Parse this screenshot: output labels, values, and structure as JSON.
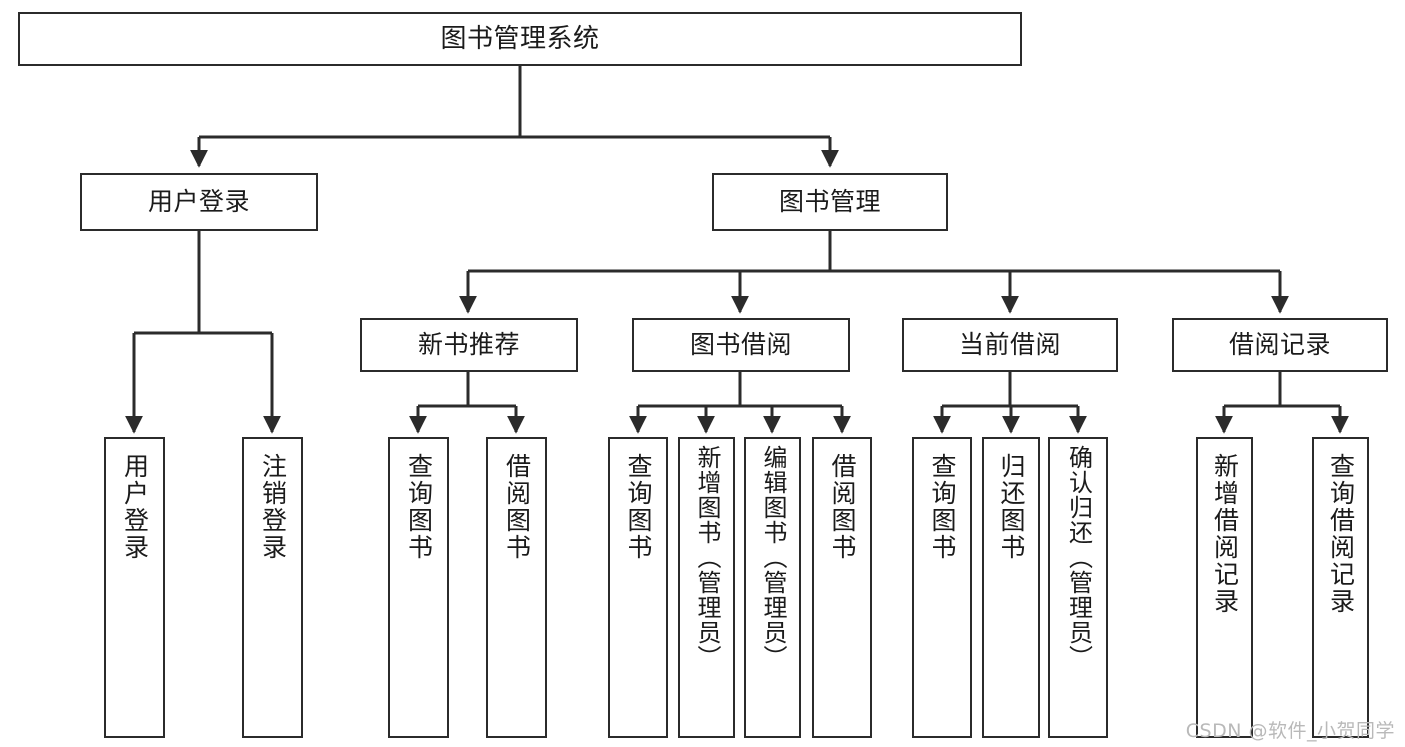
{
  "diagram": {
    "title": "图书管理系统",
    "type": "hierarchy-tree",
    "watermark": "CSDN @软件_小贺同学",
    "colors": {
      "box_border": "#2b2b2b",
      "box_fill": "#ffffff",
      "edge": "#2b2b2b",
      "text": "#1b1b1b",
      "watermark": "#b9b9b9"
    },
    "nodes": {
      "root": {
        "label": "图书管理系统"
      },
      "level2": [
        {
          "label": "用户登录"
        },
        {
          "label": "图书管理"
        }
      ],
      "level3": [
        {
          "label": "新书推荐"
        },
        {
          "label": "图书借阅"
        },
        {
          "label": "当前借阅"
        },
        {
          "label": "借阅记录"
        }
      ],
      "leaves_user_login": [
        {
          "label": "用户登录"
        },
        {
          "label": "注销登录"
        }
      ],
      "leaves_new_book": [
        {
          "label": "查询图书"
        },
        {
          "label": "借阅图书"
        }
      ],
      "leaves_borrow": [
        {
          "label": "查询图书"
        },
        {
          "label": "新增图书（管理员）"
        },
        {
          "label": "编辑图书（管理员）"
        },
        {
          "label": "借阅图书"
        }
      ],
      "leaves_current": [
        {
          "label": "查询图书"
        },
        {
          "label": "归还图书"
        },
        {
          "label": "确认归还（管理员）"
        }
      ],
      "leaves_record": [
        {
          "label": "新增借阅记录"
        },
        {
          "label": "查询借阅记录"
        }
      ]
    }
  }
}
